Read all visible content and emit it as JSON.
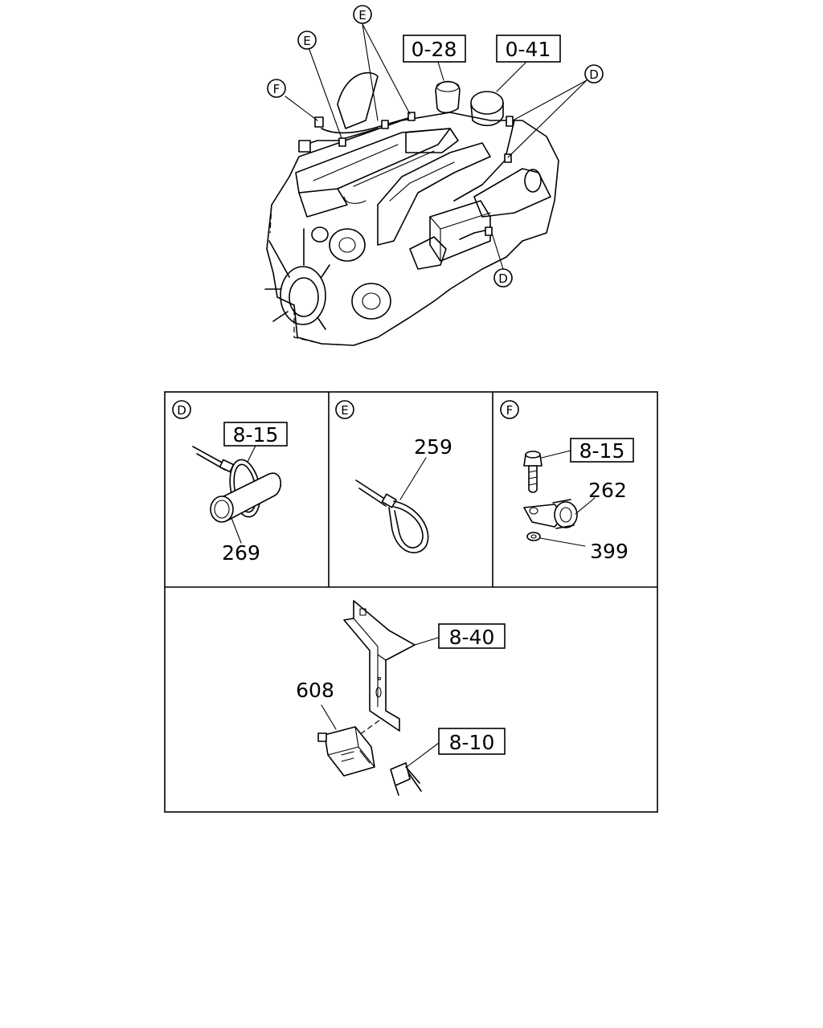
{
  "engine_view": {
    "callouts": {
      "e_top": "E",
      "e_left": "E",
      "f_left": "F",
      "d_right": "D",
      "d_bottom": "D"
    },
    "refs": {
      "ref_028": "0-28",
      "ref_041": "0-41"
    }
  },
  "detail_panels": {
    "d": {
      "tag": "D",
      "ref": "8-15",
      "part": "269"
    },
    "e": {
      "tag": "E",
      "part": "259"
    },
    "f": {
      "tag": "F",
      "ref": "8-15",
      "part_clip": "262",
      "part_nut": "399"
    },
    "bottom": {
      "ref_bracket": "8-40",
      "ref_connector": "8-10",
      "part_relay": "608"
    }
  }
}
